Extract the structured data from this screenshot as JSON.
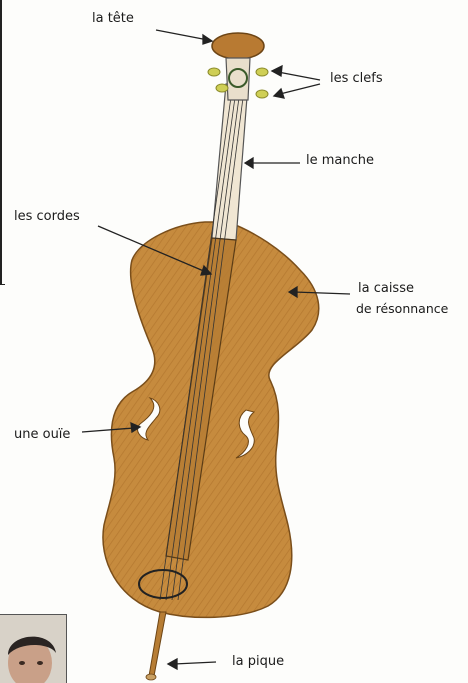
{
  "labels": {
    "tete": "la tête",
    "clefs": "les clefs",
    "manche": "le manche",
    "cordes": "les cordes",
    "caisse_line1": "la caisse",
    "caisse_line2": "de résonnance",
    "ouie": "une ouïe",
    "pique": "la pique"
  },
  "colors": {
    "body": "#c48a3c",
    "body_dark": "#9c6424",
    "scroll": "#b87a32",
    "pegs": "#c9c94a",
    "ink": "#222222"
  },
  "icons": {
    "person_photo": "person-photo-thumbnail"
  }
}
